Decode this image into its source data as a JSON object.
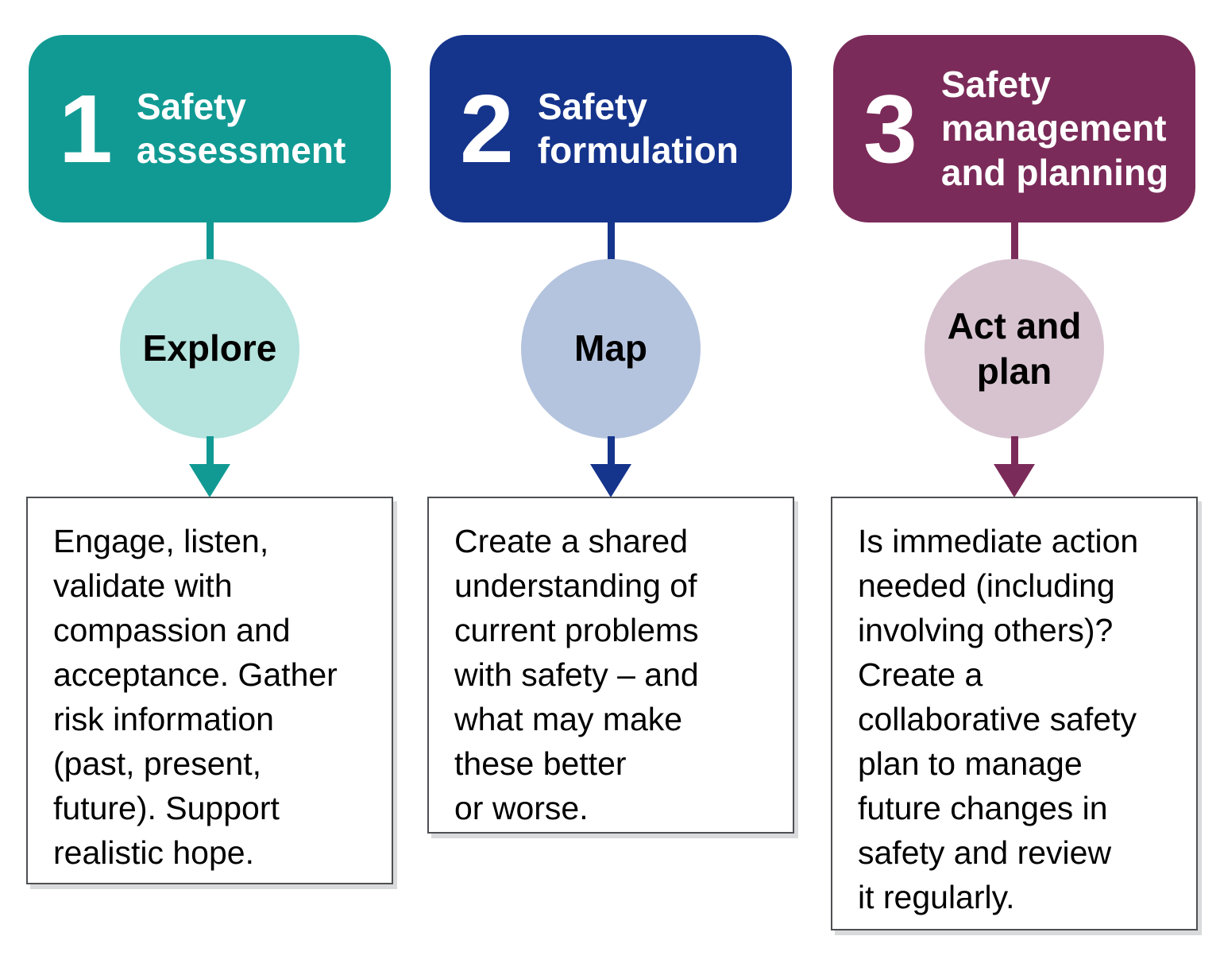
{
  "diagram": {
    "background_color": "#ffffff",
    "columns": [
      {
        "number": "1",
        "title": "Safety assessment",
        "circle_label": "Explore",
        "description": "Engage, listen,\nvalidate with\ncompassion and\nacceptance. Gather\nrisk information\n(past, present,\nfuture). Support\nrealistic hope.",
        "colors": {
          "header_bg": "#119a93",
          "circle_bg": "#b5e3de",
          "arrow": "#119a93"
        }
      },
      {
        "number": "2",
        "title": "Safety formulation",
        "circle_label": "Map",
        "description": "Create a shared\nunderstanding of\ncurrent problems\nwith safety – and\nwhat may make\nthese better\nor worse.",
        "colors": {
          "header_bg": "#15348c",
          "circle_bg": "#b4c4de",
          "arrow": "#15348c"
        }
      },
      {
        "number": "3",
        "title": "Safety management and planning",
        "circle_label": "Act and plan",
        "description": "Is immediate action\nneeded (including\ninvolving others)?\nCreate a\ncollaborative safety\nplan to manage\nfuture changes in\nsafety and review\nit regularly.",
        "colors": {
          "header_bg": "#7b2b59",
          "circle_bg": "#d7c3d0",
          "arrow": "#7b2b59"
        }
      }
    ],
    "header_text_color": "#ffffff",
    "body_text_color": "#000000",
    "box_border_color": "#4d4f53"
  }
}
